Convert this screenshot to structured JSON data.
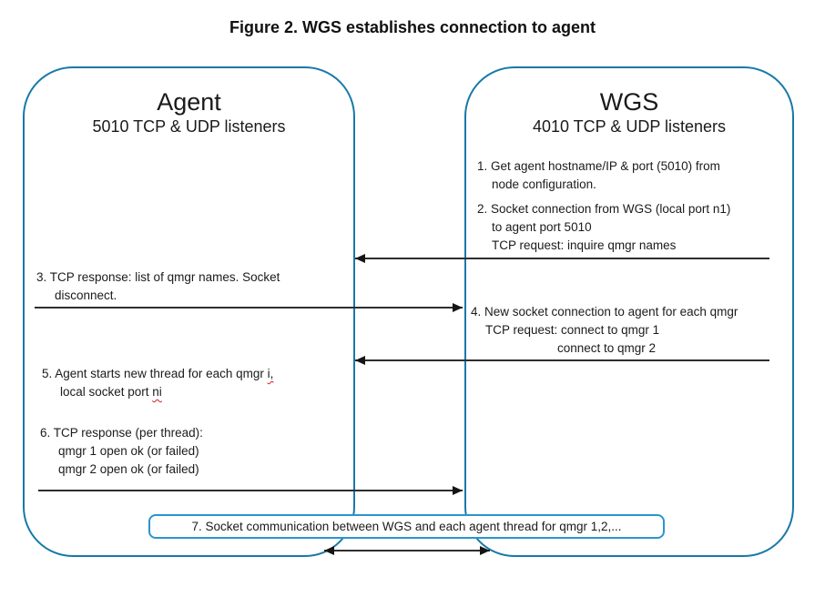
{
  "figure": {
    "title": "Figure 2. WGS establishes connection to agent"
  },
  "agent_box": {
    "title": "Agent",
    "subtitle": "5010 TCP & UDP listeners"
  },
  "wgs_box": {
    "title": "WGS",
    "subtitle": "4010 TCP & UDP listeners"
  },
  "steps": {
    "step1": {
      "lines": [
        "1. Get agent hostname/IP & port (5010) from",
        "node configuration."
      ]
    },
    "step2": {
      "lines": [
        "2. Socket connection from WGS (local port n1)",
        "to agent port 5010",
        "TCP request: inquire qmgr names"
      ]
    },
    "step3": {
      "lines": [
        "3. TCP response: list of qmgr names. Socket",
        "disconnect."
      ]
    },
    "step4": {
      "lines": [
        "4. New socket connection to agent for each qmgr",
        "TCP request: connect to qmgr 1",
        "connect to qmgr 2"
      ]
    },
    "step5": {
      "line1_pre": "5. Agent starts new thread for each qmgr ",
      "line1_flagged": "i,",
      "line2_pre": "local socket port ",
      "line2_flagged": "ni"
    },
    "step6": {
      "lines": [
        "6. TCP response (per thread):",
        "qmgr 1 open ok (or failed)",
        "qmgr 2 open ok (or failed)"
      ]
    },
    "step7": {
      "label": "7. Socket communication between WGS and each agent thread for qmgr 1,2,..."
    }
  },
  "colors": {
    "box_border": "#1779a8",
    "step7_border": "#2a95cc",
    "arrow": "#2e2e2e",
    "spellcheck_underline": "#d02020",
    "text": "#1b1b1b"
  }
}
